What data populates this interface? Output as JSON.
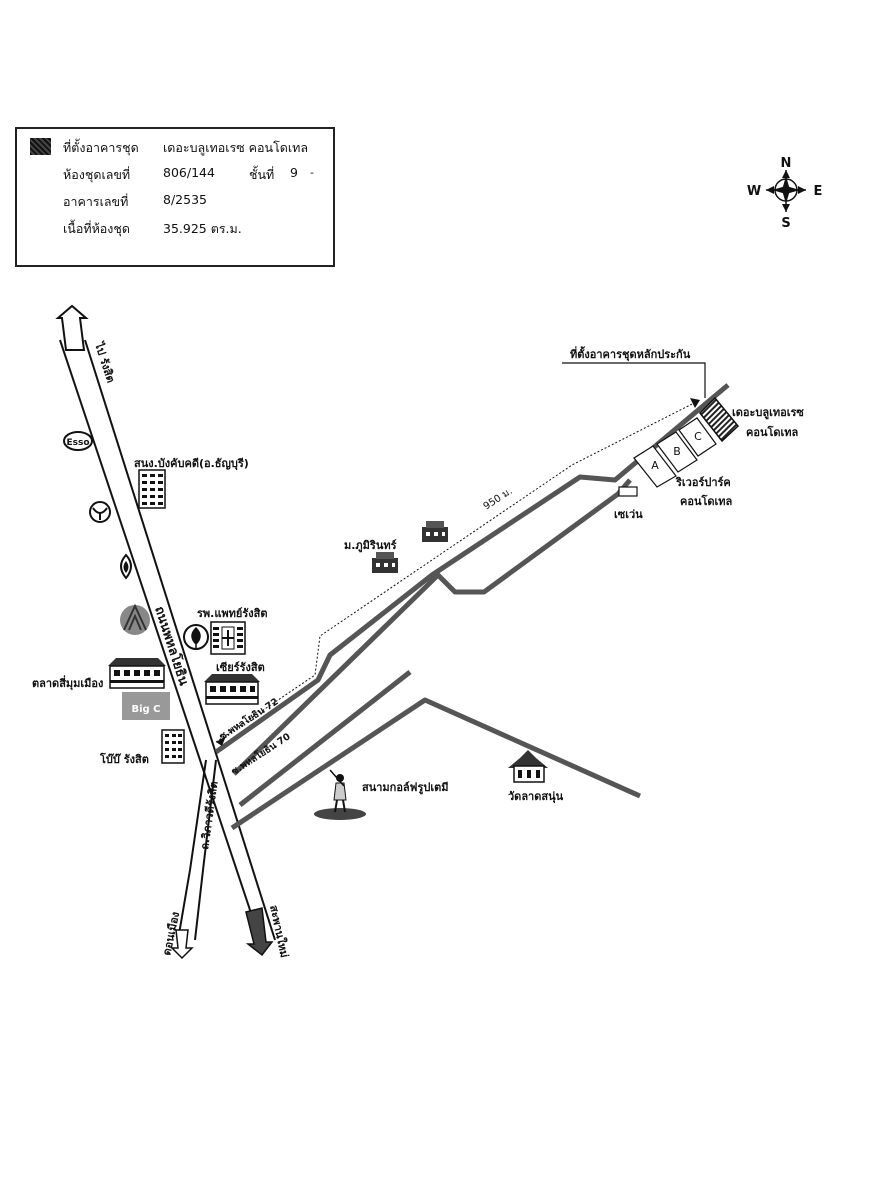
{
  "legend": {
    "site_label": "ที่ตั้งอาคารชุด",
    "site_value": "เดอะบลูเทอเรซ คอนโดเทล",
    "unit_label": "ห้องชุดเลขที่",
    "unit_value": "806/144",
    "floor_label": "ชั้นที่",
    "floor_value": "9",
    "floor_dash": "-",
    "building_label": "อาคารเลขที่",
    "building_value": "8/2535",
    "area_label": "เนื้อที่ห้องชุด",
    "area_value": "35.925 ตร.ม."
  },
  "compass": {
    "n": "N",
    "s": "S",
    "e": "E",
    "w": "W"
  },
  "labels": {
    "to_rangsit": "ไป รังสิต",
    "esso": "Esso",
    "land_office": "สนง.บังคับคดี(อ.ธัญบุรี)",
    "road_phahonyothin": "ถนนพหลโยธิน",
    "hospital": "รพ.แพทย์รังสิต",
    "future_rangsit": "เซียร์รังสิต",
    "market": "ตลาดสี่มุมเมือง",
    "big_c": "Big C",
    "bobi_rangsit": "โบ๊บ๊ รังสิต",
    "soi72": "ซ.พหลโยธิน 72",
    "soi70": "ซ.พหลโยธิน 70",
    "vibhavadi": "ถ.วิภาวดีรังสิต",
    "to_donmueang": "ดอนเมือง",
    "to_saphan_mai": "สะพานใหม่",
    "golf": "สนามกอล์ฟรูปเตมี",
    "temple": "วัดลาดสนุ่น",
    "village": "ม.ภูมิรินทร์",
    "seven_eleven": "เซเว่น",
    "distance": "950 ม.",
    "appraised_note": "ที่ตั้งอาคารชุดหลักประกัน",
    "blue_terrace_1": "เดอะบลูเทอเรซ",
    "blue_terrace_2": "คอนโดเทล",
    "river_park_1": "ริเวอร์ปาร์ค",
    "river_park_2": "คอนโดเทล",
    "bldg_a": "A",
    "bldg_b": "B",
    "bldg_c": "C"
  },
  "colors": {
    "road": "#555555",
    "ink": "#111111"
  }
}
